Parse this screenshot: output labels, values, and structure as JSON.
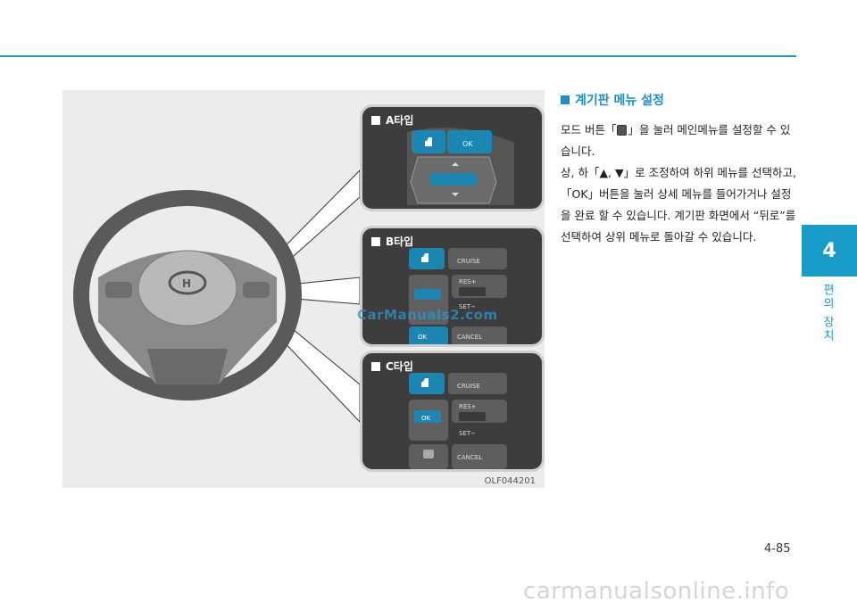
{
  "figure": {
    "code": "OLF044201",
    "watermark": "CarManuals2.com",
    "panels": [
      {
        "label": "A타입",
        "buttons": [
          "OK"
        ]
      },
      {
        "label": "B타입",
        "buttons": [
          "CRUISE",
          "RES+",
          "SET−",
          "OK",
          "CANCEL"
        ]
      },
      {
        "label": "C타입",
        "buttons": [
          "CRUISE",
          "RES+",
          "SET−",
          "OK",
          "CANCEL"
        ]
      }
    ],
    "colors": {
      "accent": "#1a9cc9",
      "button_blue": "#1c86b3"
    }
  },
  "section": {
    "title": "계기판 메뉴 설정",
    "p1_before": "모드 버튼「",
    "p1_after": "」을 눌러 메인메뉴를 설정할 수 있습니다.",
    "p2": "상, 하「▲, ▼」로 조정하여 하위 메뉴를 선택하고,「OK」버튼을 눌러 상세 메뉴를 들어가거나 설정을 완료 할 수 있습니다. 계기판 화면에서 “뒤로”를 선택하여 상위 메뉴로 돌아갈 수 있습니다."
  },
  "chapter": {
    "number": "4",
    "name": "편의 장치"
  },
  "page_number": "4-85",
  "footer": "carmanualsonline.info"
}
